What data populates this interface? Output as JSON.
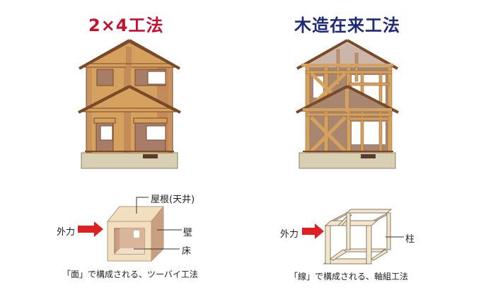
{
  "left": {
    "title": "2×4工法",
    "title_color": "#c8102e",
    "diagram": {
      "force_label": "外力",
      "roof_label": "屋根(天井)",
      "wall_label": "壁",
      "floor_label": "床",
      "caption": "「面」で構成される、ツーバイ工法"
    }
  },
  "right": {
    "title": "木造在来工法",
    "title_color": "#1f2a7a",
    "diagram": {
      "force_label": "外力",
      "pillar_label": "柱",
      "caption": "「線」で構成される、軸組工法"
    }
  },
  "colors": {
    "wood": "#d4a15e",
    "wall": "#b98a6a",
    "roof_edge": "#7a4a28",
    "foundation": "#d9cfb2",
    "arrow": "#e02020"
  }
}
